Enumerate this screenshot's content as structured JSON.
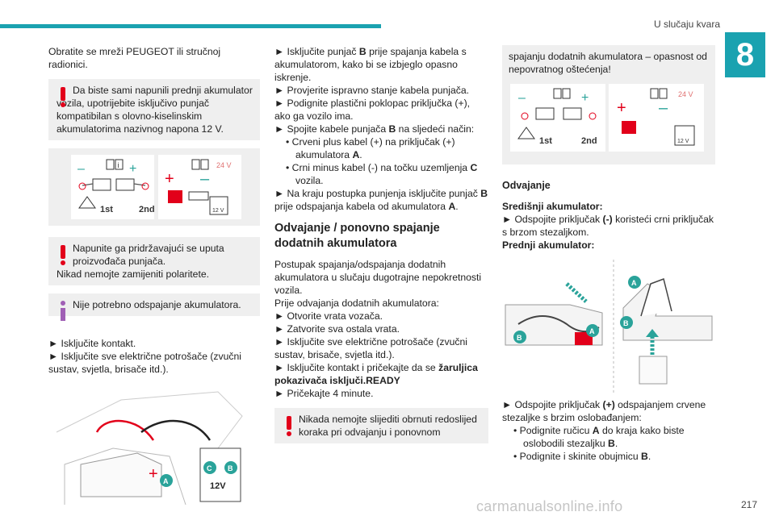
{
  "header": {
    "title": "U slučaju kvara",
    "chapter": "8",
    "page_number": "217"
  },
  "watermark": "carmanualsonline.info",
  "col1": {
    "intro": "Obratite se mreži PEUGEOT ili stručnoj radionici.",
    "warning1": "Da biste sami napunili prednji akumulator vozila, upotrijebite isključivo punjač kompatibilan s olovno-kiselinskim akumulatorima nazivnog napona 12 V.",
    "warning2_line1": "Napunite ga pridržavajući se uputa proizvođača punjača.",
    "warning2_line2": "Nikad nemojte zamijeniti polaritete.",
    "info1": "Nije potrebno odspajanje akumulatora.",
    "step1": "► Isključite kontakt.",
    "step2": "► Isključite sve električne potrošače (zvučni sustav, svjetla, brisače itd.)."
  },
  "col2": {
    "step_a_pre": "► Isključite punjač ",
    "step_a_bold": "B",
    "step_a_post": " prije spajanja kabela s akumulatorom, kako bi se izbjeglo opasno iskrenje.",
    "step_b": "► Provjerite ispravno stanje kabela punjača.",
    "step_c": "► Podignite plastični poklopac priključka (+), ako ga vozilo ima.",
    "step_d_pre": "► Spojite kabele punjača ",
    "step_d_bold": "B",
    "step_d_post": " na sljedeći način:",
    "sub1_pre": "• Crveni plus kabel (+) na priključak (+) akumulatora ",
    "sub1_bold": "A",
    "sub1_post": ".",
    "sub2_pre": "• Crni minus kabel (-) na točku uzemljenja ",
    "sub2_bold": "C",
    "sub2_post": " vozila.",
    "step_e_pre": "► Na kraju postupka punjenja isključite punjač ",
    "step_e_bold1": "B",
    "step_e_mid": " prije odspajanja kabela od akumulatora ",
    "step_e_bold2": "A",
    "step_e_post": ".",
    "heading": "Odvajanje / ponovno spajanje dodatnih akumulatora",
    "para1": "Postupak spajanja/odspajanja dodatnih akumulatora u slučaju dugotrajne nepokretnosti vozila.",
    "para2": "Prije odvajanja dodatnih akumulatora:",
    "step_f": "► Otvorite vrata vozača.",
    "step_g": "► Zatvorite sva ostala vrata.",
    "step_h": "► Isključite sve električne potrošače (zvučni sustav, brisače, svjetla itd.).",
    "step_i_pre": "► Isključite kontakt i pričekajte da se ",
    "step_i_bold": "žaruljica pokazivača isključi.READY",
    "step_j": "► Pričekajte 4 minute.",
    "warning3": "Nikada nemojte slijediti obrnuti redoslijed koraka pri odvajanju i ponovnom"
  },
  "col3": {
    "warning_cont": "spajanju dodatnih akumulatora – opasnost od nepovratnog oštećenja!",
    "heading": "Odvajanje",
    "central_label": "Središnji akumulator:",
    "central_step_pre": "► Odspojite priključak ",
    "central_step_bold": "(-)",
    "central_step_post": " koristeći crni priključak s brzom stezaljkom.",
    "front_label": "Prednji akumulator:",
    "front_step_pre": "► Odspojite priključak ",
    "front_step_bold": "(+)",
    "front_step_post": " odspajanjem crvene stezaljke s brzim oslobađanjem:",
    "sub1_pre": "• Podignite ručicu ",
    "sub1_bold1": "A",
    "sub1_mid": " do kraja kako biste oslobodili stezaljku ",
    "sub1_bold2": "B",
    "sub1_post": ".",
    "sub2_pre": "• Podignite i skinite obujmicu ",
    "sub2_bold": "B",
    "sub2_post": "."
  },
  "diagram": {
    "plus": "+",
    "minus": "–",
    "first": "1st",
    "second": "2nd",
    "voltage_24": "24 V",
    "voltage_12": "12 V",
    "info_i": "i",
    "label_a": "A",
    "label_b": "B",
    "label_c": "C",
    "charger_12v": "12V"
  },
  "colors": {
    "accent": "#1aa2b0",
    "warning": "#e2001a",
    "info": "#a05fb5",
    "teal_diagram": "#2aa39a"
  }
}
